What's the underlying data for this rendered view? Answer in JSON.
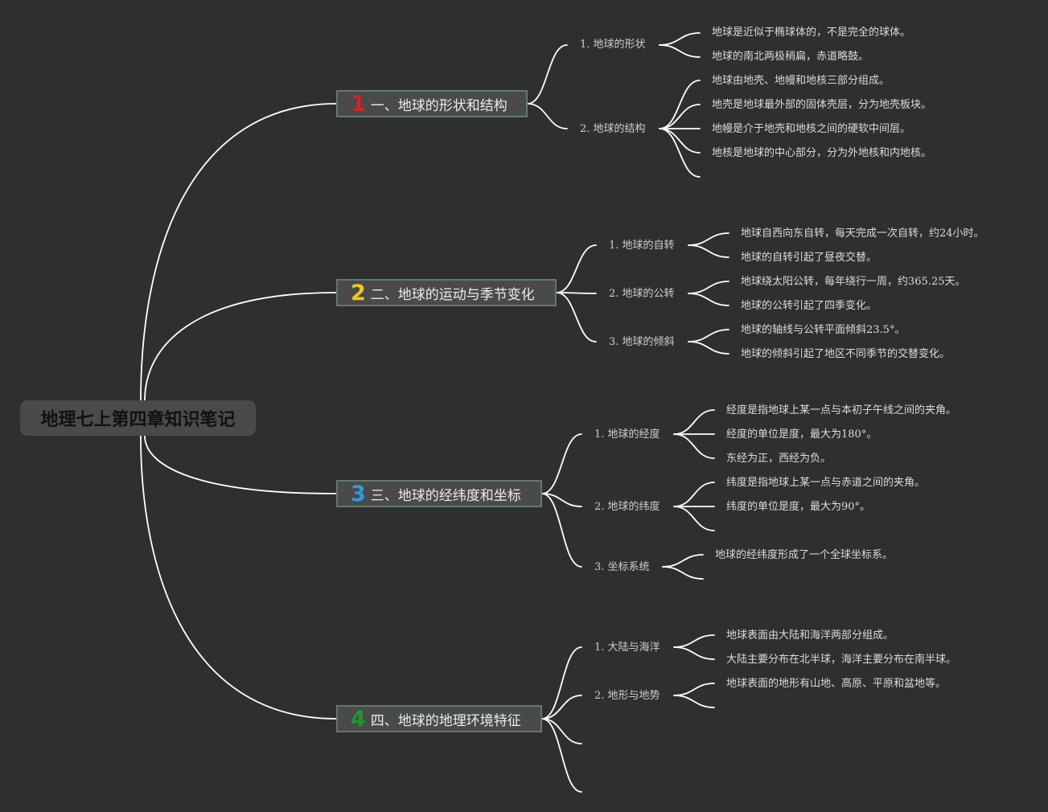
{
  "root": {
    "title": "地理七上第四章知识笔记"
  },
  "colors": {
    "background": "#2f2f2f",
    "line": "#ffffff",
    "node_fill": "#4a4a4a",
    "node_border": "#617a6a"
  },
  "branches": [
    {
      "num": "1",
      "num_color": "#d9202a",
      "label": "一、地球的形状和结构",
      "subs": [
        {
          "label": "1. 地球的形状",
          "leaves": [
            "地球是近似于椭球体的，不是完全的球体。",
            "地球的南北两极稍扁，赤道略鼓。"
          ]
        },
        {
          "label": "2. 地球的结构",
          "leaves": [
            "地球由地壳、地幔和地核三部分组成。",
            "地壳是地球最外部的固体壳层，分为地壳板块。",
            "地幔是介于地壳和地核之间的硬软中间层。",
            "地核是地球的中心部分，分为外地核和内地核。",
            ""
          ]
        }
      ]
    },
    {
      "num": "2",
      "num_color": "#f2c71c",
      "label": "二、地球的运动与季节变化",
      "subs": [
        {
          "label": "1. 地球的自转",
          "leaves": [
            "地球自西向东自转，每天完成一次自转，约24小时。",
            "地球的自转引起了昼夜交替。"
          ]
        },
        {
          "label": "2. 地球的公转",
          "leaves": [
            "地球绕太阳公转，每年绕行一周，约365.25天。",
            "地球的公转引起了四季变化。"
          ]
        },
        {
          "label": "3. 地球的倾斜",
          "leaves": [
            "地球的轴线与公转平面倾斜23.5°。",
            "地球的倾斜引起了地区不同季节的交替变化。"
          ]
        }
      ]
    },
    {
      "num": "3",
      "num_color": "#2f9be0",
      "label": "三、地球的经纬度和坐标",
      "subs": [
        {
          "label": "1. 地球的经度",
          "leaves": [
            "经度是指地球上某一点与本初子午线之间的夹角。",
            "经度的单位是度，最大为180°。",
            "东经为正，西经为负。"
          ]
        },
        {
          "label": "2. 地球的纬度",
          "leaves": [
            "纬度是指地球上某一点与赤道之间的夹角。",
            "纬度的单位是度，最大为90°。",
            ""
          ]
        },
        {
          "label": "3. 坐标系统",
          "leaves": [
            "地球的经纬度形成了一个全球坐标系。",
            ""
          ]
        }
      ]
    },
    {
      "num": "4",
      "num_color": "#1a9a2c",
      "label": "四、地球的地理环境特征",
      "subs": [
        {
          "label": "1. 大陆与海洋",
          "leaves": [
            "地球表面由大陆和海洋两部分组成。",
            "大陆主要分布在北半球，海洋主要分布在南半球。"
          ]
        },
        {
          "label": "2. 地形与地势",
          "leaves": [
            "地球表面的地形有山地、高原、平原和盆地等。",
            ""
          ]
        },
        {
          "label": "",
          "leaves": []
        },
        {
          "label": "",
          "leaves": []
        }
      ]
    }
  ]
}
